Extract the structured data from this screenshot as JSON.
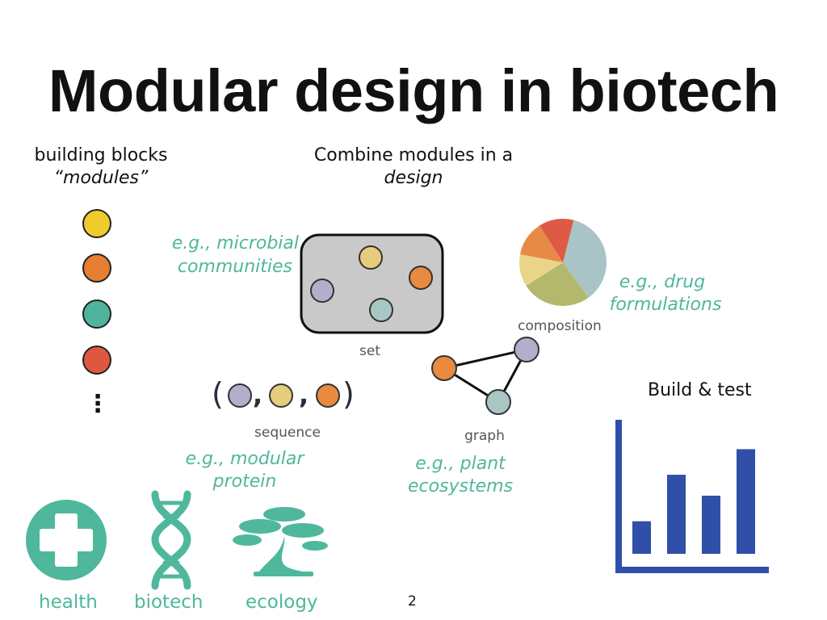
{
  "title": "Modular design in biotech",
  "modules": {
    "heading": "building blocks",
    "subheading": "“modules”",
    "ellipsis": "⋮",
    "colors": [
      "#f0cb2c",
      "#e67e33",
      "#4fb49c",
      "#de5840"
    ]
  },
  "combine": {
    "heading": "Combine modules in a",
    "subheading": "design"
  },
  "set": {
    "label": "set",
    "example_line1": "e.g., microbial",
    "example_line2": "communities"
  },
  "composition": {
    "label": "composition",
    "example_line1": "e.g., drug",
    "example_line2": "formulations",
    "slice_colors": [
      "#a9c4c6",
      "#b4b86c",
      "#ead487",
      "#e88a47",
      "#de5a45"
    ]
  },
  "sequence": {
    "label": "sequence",
    "open_paren": "(",
    "close_paren": ")",
    "comma": ",",
    "example_line1": "e.g., modular",
    "example_line2": "protein"
  },
  "graph": {
    "label": "graph",
    "example_line1": "e.g., plant",
    "example_line2": "ecosystems"
  },
  "build_test": {
    "heading": "Build & test",
    "bar_color": "#2f4fa8",
    "bars": [
      0.28,
      0.68,
      0.5,
      0.9
    ]
  },
  "applications": [
    {
      "label": "health",
      "icon": "health-cross-icon"
    },
    {
      "label": "biotech",
      "icon": "dna-icon"
    },
    {
      "label": "ecology",
      "icon": "bonsai-tree-icon"
    }
  ],
  "page_number": "2",
  "colors": {
    "teal": "#4fb79c",
    "set_box_fill": "#c9c9c9",
    "purple_module": "#b3aecb",
    "yellow_module": "#e6cd7e",
    "orange_module": "#e98a3e",
    "teal_module": "#a8c6c3"
  }
}
